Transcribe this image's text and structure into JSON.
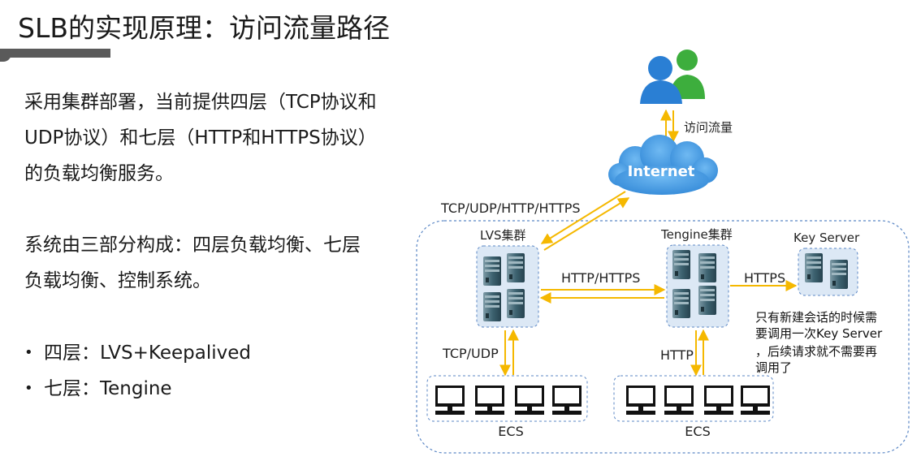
{
  "title": "SLB的实现原理：访问流量路径",
  "paragraphs": [
    [
      "采用集群部署，当前提供四层（TCP协议和",
      "UDP协议）和七层（HTTP和HTTPS协议）",
      "的负载均衡服务。"
    ],
    [
      "系统由三部分构成：四层负载均衡、七层",
      "负载均衡、控制系统。"
    ]
  ],
  "bullets": [
    {
      "marker": "•",
      "text": "四层：LVS+Keepalived"
    },
    {
      "marker": "•",
      "text": "七层：Tengine"
    }
  ],
  "diagram": {
    "traffic_label": "访问流量",
    "internet_label": "Internet",
    "protocol_top_label": "TCP/UDP/HTTP/HTTPS",
    "lvs_label": "LVS集群",
    "tengine_label": "Tengine集群",
    "key_server_label": "Key Server",
    "lvs_tengine_label": "HTTP/HTTPS",
    "tengine_key_label": "HTTPS",
    "lvs_ecs_label": "TCP/UDP",
    "tengine_ecs_label": "HTTP",
    "ecs_left_label": "ECS",
    "ecs_right_label": "ECS",
    "note_lines": [
      "只有新建会话的时候需",
      "要调用一次Key Server",
      "，后续请求就不需要再",
      "调用了"
    ],
    "colors": {
      "arrow": "#f5b800",
      "cloud": "#4aa3e8",
      "cluster_bg": "#dce8f5",
      "server": "#3f6573",
      "dashed": "#5b87c5",
      "ecs": "#111111"
    }
  }
}
